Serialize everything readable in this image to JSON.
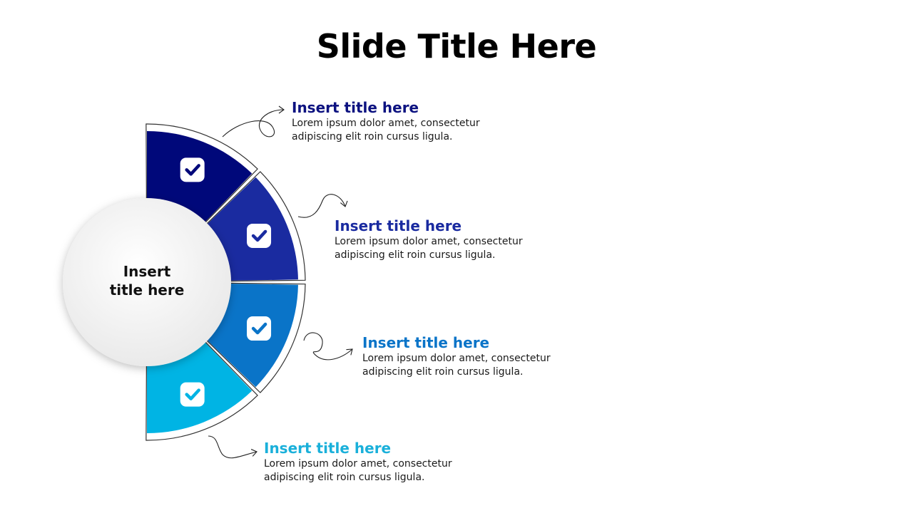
{
  "slide": {
    "title": "Slide Title Here"
  },
  "center": {
    "label_line1": "Insert",
    "label_line2": "title here"
  },
  "colors": {
    "segment_1": "#00087a",
    "segment_2": "#1a2ba0",
    "segment_3": "#0a74c8",
    "segment_4": "#00b4e4",
    "center_fill": "#f2f2f2"
  },
  "items": [
    {
      "title": "Insert title here",
      "color": "#0c1280",
      "desc_line1": "Lorem ipsum dolor amet, consectetur",
      "desc_line2": "adipiscing elit roin cursus ligula.",
      "icon": "check-icon"
    },
    {
      "title": "Insert title here",
      "color": "#1a2ba0",
      "desc_line1": "Lorem ipsum dolor amet, consectetur",
      "desc_line2": "adipiscing elit roin cursus ligula.",
      "icon": "check-icon"
    },
    {
      "title": "Insert title here",
      "color": "#0a74c8",
      "desc_line1": "Lorem ipsum dolor amet, consectetur",
      "desc_line2": "adipiscing elit roin cursus ligula.",
      "icon": "check-icon"
    },
    {
      "title": "Insert title here",
      "color": "#1ab0da",
      "desc_line1": "Lorem ipsum dolor amet, consectetur",
      "desc_line2": "adipiscing elit roin cursus ligula.",
      "icon": "check-icon"
    }
  ]
}
